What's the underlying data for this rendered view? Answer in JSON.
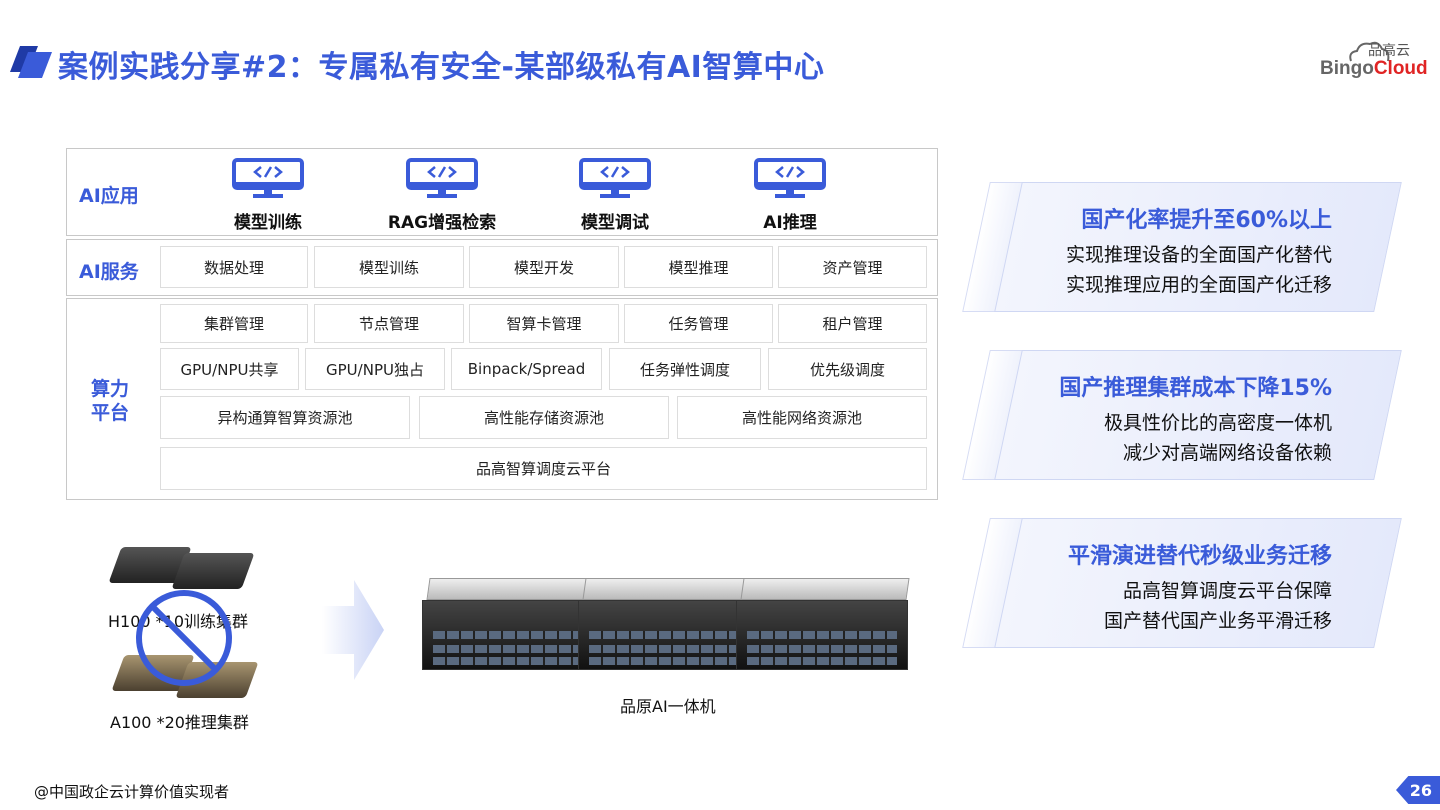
{
  "header": {
    "title": "案例实践分享#2：专属私有安全-某部级私有AI智算中心",
    "logo_cn": "品高云",
    "logo_en_a": "Bingo",
    "logo_en_b": "Cloud"
  },
  "architecture": {
    "ai_app": {
      "label": "AI应用",
      "items": [
        "模型训练",
        "RAG增强检索",
        "模型调试",
        "AI推理"
      ]
    },
    "ai_service": {
      "label": "AI服务",
      "items": [
        "数据处理",
        "模型训练",
        "模型开发",
        "模型推理",
        "资产管理"
      ]
    },
    "compute": {
      "label": "算力平台",
      "row1": [
        "集群管理",
        "节点管理",
        "智算卡管理",
        "任务管理",
        "租户管理"
      ],
      "row2": [
        "GPU/NPU共享",
        "GPU/NPU独占",
        "Binpack/Spread",
        "任务弹性调度",
        "优先级调度"
      ],
      "row3": [
        "异构通算智算资源池",
        "高性能存储资源池",
        "高性能网络资源池"
      ],
      "row4": "品高智算调度云平台"
    }
  },
  "migration": {
    "old_train": "H100 *10训练集群",
    "old_infer": "A100 *20推理集群",
    "new": "品原AI一体机"
  },
  "cards": [
    {
      "heading": "国产化率提升至60%以上",
      "lines": [
        "实现推理设备的全面国产化替代",
        "实现推理应用的全面国产化迁移"
      ]
    },
    {
      "heading": "国产推理集群成本下降15%",
      "lines": [
        "极具性价比的高密度一体机",
        "减少对高端网络设备依赖"
      ]
    },
    {
      "heading": "平滑演进替代秒级业务迁移",
      "lines": [
        "品高智算调度云平台保障",
        "国产替代国产业务平滑迁移"
      ]
    }
  ],
  "footer": {
    "text": "@中国政企云计算价值实现者",
    "page": "26"
  },
  "colors": {
    "accent": "#3a5bd9"
  }
}
